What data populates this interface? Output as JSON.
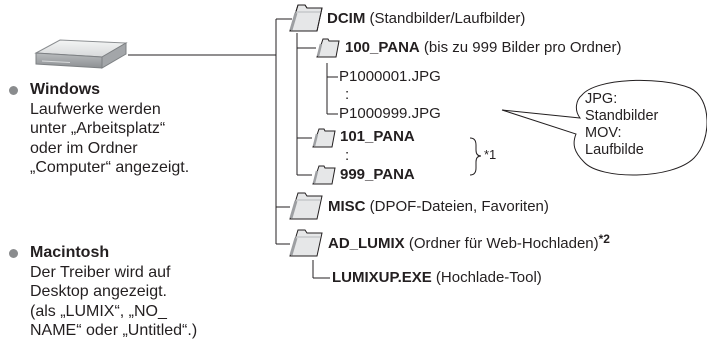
{
  "drive": {
    "icon": "drive-icon"
  },
  "os_notes": [
    {
      "title": "Windows",
      "lines": [
        "Laufwerke werden",
        "unter „Arbeitsplatz“",
        "oder im Ordner",
        "„Computer“ angezeigt."
      ]
    },
    {
      "title": "Macintosh",
      "lines": [
        "Der Treiber wird auf",
        "Desktop angezeigt.",
        "(als „LUMIX“, „NO_",
        "NAME“ oder „Untitled“.)"
      ]
    }
  ],
  "tree": {
    "dcim": {
      "name": "DCIM",
      "desc": " (Standbilder/Laufbilder)"
    },
    "pana100": {
      "name": "100_PANA",
      "desc": " (bis zu 999 Bilder pro Ordner)"
    },
    "file_first": "P1000001.JPG",
    "file_dots": ":",
    "file_last": "P1000999.JPG",
    "pana101": {
      "name": "101_PANA"
    },
    "folder_dots": ":",
    "pana999": {
      "name": "999_PANA"
    },
    "footnote1": "*1",
    "misc": {
      "name": "MISC",
      "desc": " (DPOF-Dateien, Favoriten)"
    },
    "ad_lumix": {
      "name": "AD_LUMIX",
      "desc": " (Ordner für Web-Hochladen)",
      "footnote": "*2"
    },
    "lumixup": {
      "name": "LUMIXUP.EXE",
      "desc": " (Hochlade-Tool)"
    }
  },
  "bubble": {
    "lines": [
      "JPG:",
      "Standbilder",
      "MOV:",
      "Laufbilde"
    ]
  }
}
